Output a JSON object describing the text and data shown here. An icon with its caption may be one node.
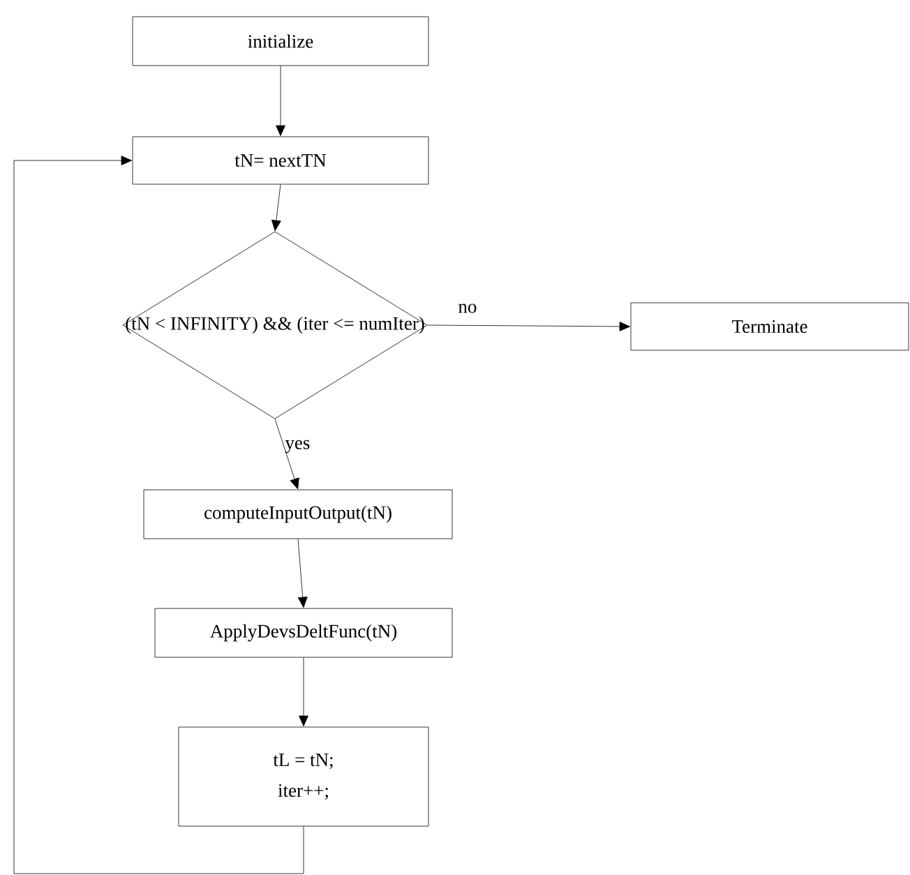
{
  "diagram": {
    "nodes": [
      {
        "text": [
          "initialize"
        ]
      },
      {
        "text": [
          "tN= nextTN"
        ]
      },
      {
        "text": [
          "(tN < INFINITY) && (iter <= numIter)"
        ]
      },
      {
        "text": [
          "Terminate"
        ]
      },
      {
        "text": [
          "computeInputOutput(tN)"
        ]
      },
      {
        "text": [
          "ApplyDevsDeltFunc(tN)"
        ]
      },
      {
        "text": [
          "tL = tN;",
          "iter++;"
        ]
      }
    ],
    "edges": [
      {
        "from": 0,
        "to": 1,
        "arrow": "to"
      },
      {
        "from": 1,
        "to": 2,
        "arrow": "to"
      },
      {
        "from": 2,
        "to": 3,
        "arrow": "to",
        "label": "no"
      },
      {
        "from": 2,
        "to": 4,
        "arrow": "to",
        "label": "yes"
      },
      {
        "from": 4,
        "to": 5,
        "arrow": "to"
      },
      {
        "from": 5,
        "to": 6,
        "arrow": "to"
      },
      {
        "from": 6,
        "to": 1,
        "arrow": "to"
      }
    ]
  }
}
